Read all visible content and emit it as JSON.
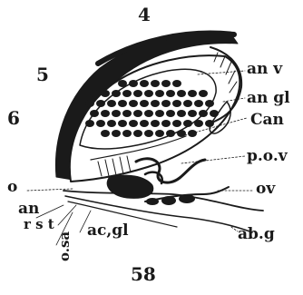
{
  "figure": {
    "numbers": {
      "n4": "4",
      "n5": "5",
      "n6": "6",
      "n58": "58"
    },
    "labels": {
      "an_v": "an v",
      "an_gl": "an gl",
      "can": "Can",
      "pov": "p.o.v",
      "ov": "ov",
      "abg": "ab.g",
      "acgl": "ac,gl",
      "rst": "r s t",
      "an": "an",
      "o": "o",
      "osa": "o.sa"
    },
    "colors": {
      "ink": "#1a1a1a",
      "paper": "#ffffff"
    }
  }
}
